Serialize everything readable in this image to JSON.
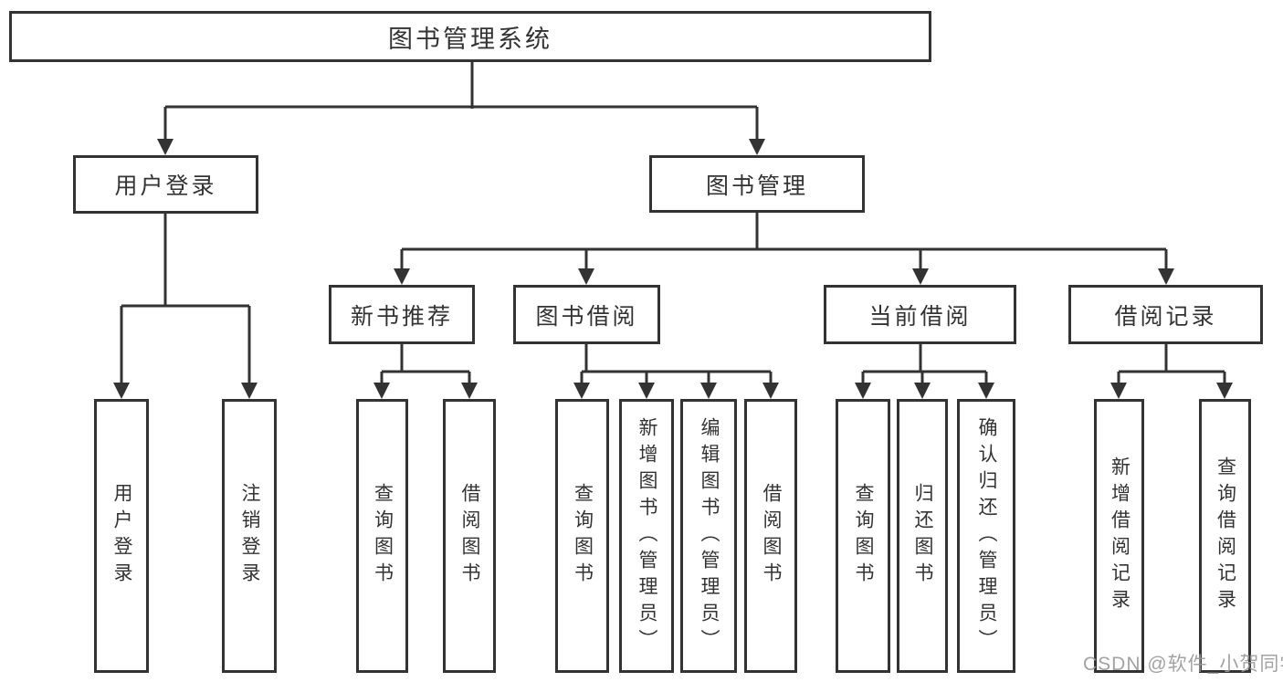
{
  "diagram": {
    "title": "图书管理系统",
    "root": "图书管理系统",
    "user_login": {
      "label": "用户登录",
      "children": [
        "用户登录",
        "注销登录"
      ]
    },
    "book_management": {
      "label": "图书管理"
    },
    "new_book_recommend": {
      "label": "新书推荐",
      "children": [
        "查询图书",
        "借阅图书"
      ]
    },
    "book_borrowing": {
      "label": "图书借阅",
      "children": [
        "查询图书",
        "新增图书（管理员）",
        "编辑图书（管理员）",
        "借阅图书"
      ]
    },
    "current_borrowing": {
      "label": "当前借阅",
      "children": [
        "查询图书",
        "归还图书",
        "确认归还（管理员）"
      ]
    },
    "borrowing_records": {
      "label": "借阅记录",
      "children": [
        "新增借阅记录",
        "查询借阅记录"
      ]
    }
  },
  "colors": {
    "line": "#333333",
    "box_border": "#333333",
    "box_background": "#ffffff",
    "watermark": "#9b9b9b"
  },
  "watermark": {
    "text": "CSDN @软件_小贺同学"
  }
}
